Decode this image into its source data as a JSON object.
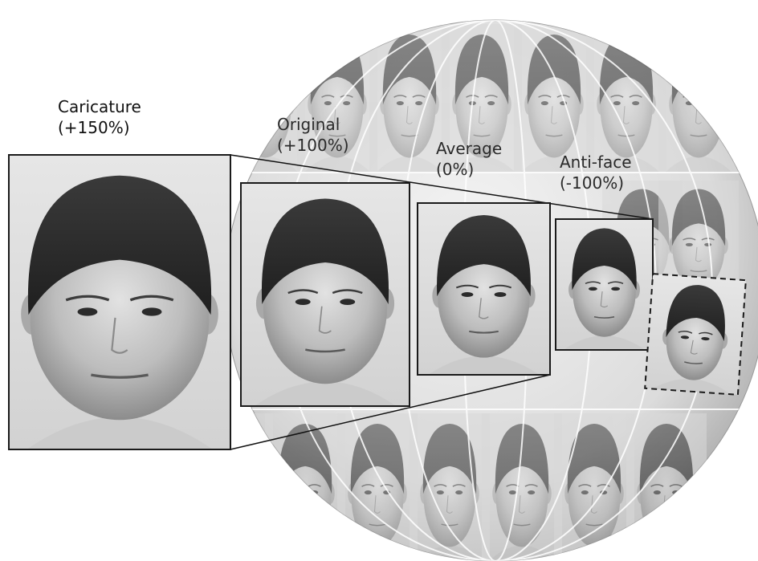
{
  "labels": {
    "caricature": {
      "name": "Caricature",
      "value": "(+150%)"
    },
    "original": {
      "name": "Original",
      "value": "(+100%)"
    },
    "average": {
      "name": "Average",
      "value": "(0%)"
    },
    "antiface": {
      "name": "Anti-face",
      "value": "(-100%)"
    }
  },
  "colors": {
    "sphere_light": "#f2f2f2",
    "sphere_dark": "#9a9a9a",
    "hair": "#2e2e2e",
    "skin": "#b9b9b9",
    "frame": "#1a1a1a"
  }
}
